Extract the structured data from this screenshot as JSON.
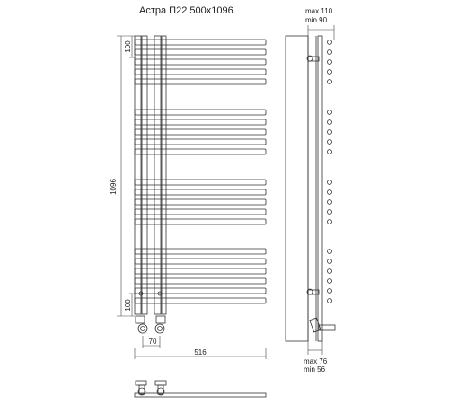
{
  "title": "Астра П22 500х1096",
  "dimensions": {
    "height_total": "1096",
    "top_spacing": "100",
    "bottom_spacing": "100",
    "connection_spacing": "70",
    "width_total": "516",
    "depth_max": "max 110",
    "depth_min": "min 90",
    "mount_max": "max 76",
    "mount_min": "min 56"
  },
  "groups": [
    {
      "tubes": 5
    },
    {
      "tubes": 5
    },
    {
      "tubes": 5
    },
    {
      "tubes": 6
    }
  ]
}
